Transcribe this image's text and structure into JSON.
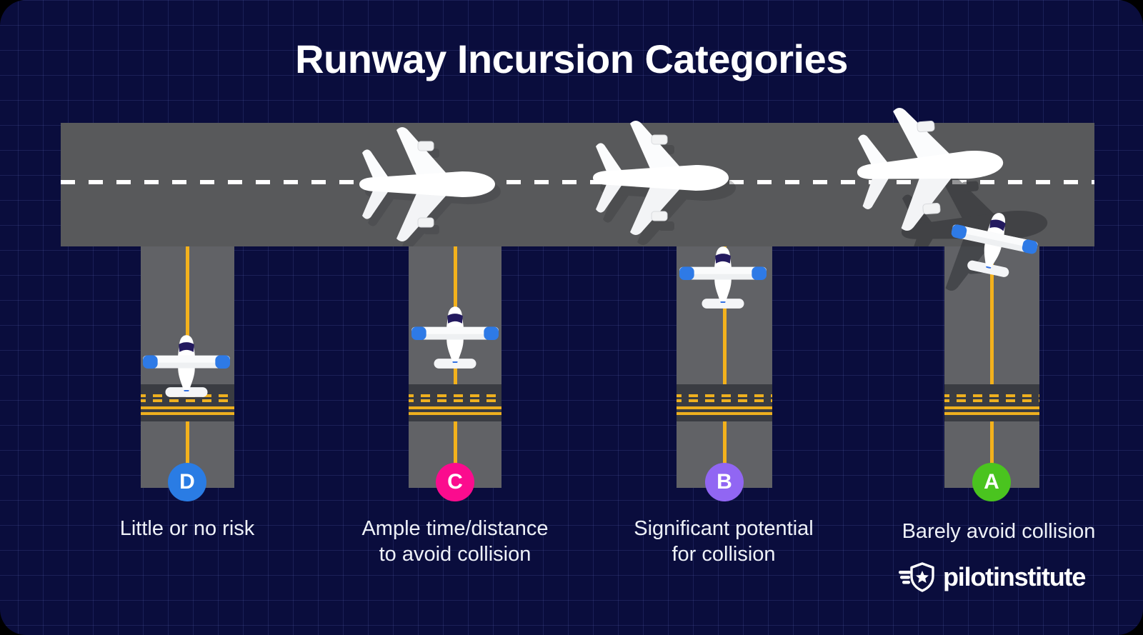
{
  "title": "Runway Incursion Categories",
  "colors": {
    "background_navy": "#0a0d3d",
    "grid_line": "#3c447e",
    "runway_gray": "#58595b",
    "taxiway_gray": "#616266",
    "hold_band_gray": "#3a3c42",
    "marking_yellow": "#eeb01f",
    "centerline_white": "#ffffff",
    "badge_d_blue": "#2a7ce4",
    "badge_c_pink": "#fb0c8e",
    "badge_b_purple": "#9166f3",
    "badge_a_green": "#4ac41f",
    "plane_wingtip_blue": "#2e7ae6"
  },
  "categories": [
    {
      "letter": "D",
      "badge_color": "#2a7ce4",
      "label_lines": [
        "Little or no risk",
        ""
      ]
    },
    {
      "letter": "C",
      "badge_color": "#fb0c8e",
      "label_lines": [
        "Ample time/distance",
        "to avoid collision"
      ]
    },
    {
      "letter": "B",
      "badge_color": "#9166f3",
      "label_lines": [
        "Significant potential",
        "for collision"
      ]
    },
    {
      "letter": "A",
      "badge_color": "#4ac41f",
      "label_lines": [
        "Barely avoid collision",
        ""
      ]
    }
  ],
  "logo": {
    "text": "pilotinstitute"
  }
}
